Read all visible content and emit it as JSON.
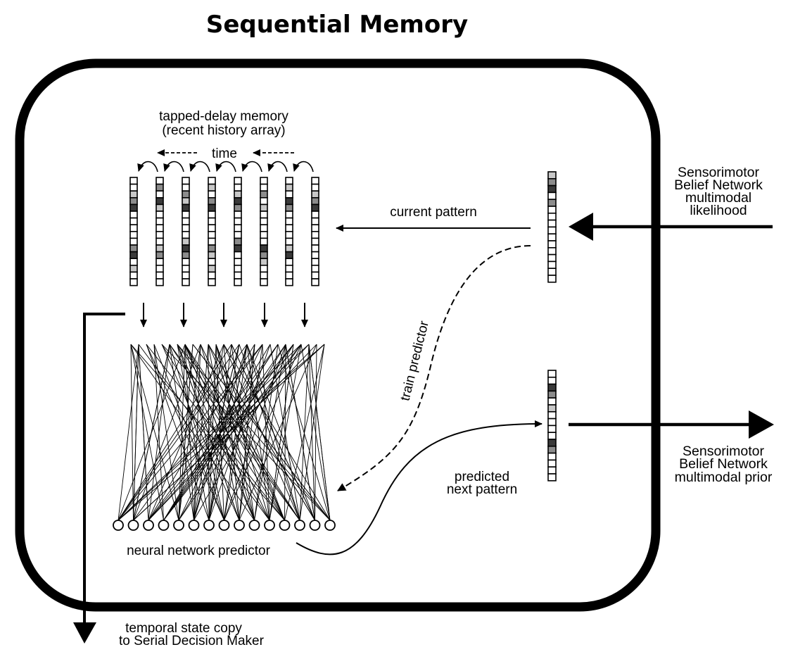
{
  "title": "Sequential Memory",
  "labels": {
    "tapped_delay_line1": "tapped-delay memory",
    "tapped_delay_line2": "(recent history array)",
    "time": "time",
    "current_pattern": "current pattern",
    "train_predictor": "train predictor",
    "predicted_line1": "predicted",
    "predicted_line2": "next pattern",
    "neural_network": "neural network predictor",
    "input_line1": "Sensorimotor",
    "input_line2": "Belief Network",
    "input_line3": "multimodal",
    "input_line4": "likelihood",
    "output_line1": "Sensorimotor",
    "output_line2": "Belief Network",
    "output_line3": "multimodal prior",
    "temporal_line1": "temporal state copy",
    "temporal_line2": "to Serial Decision Maker"
  },
  "colors": {
    "stroke": "#000000",
    "cell_empty": "#ffffff",
    "cell_light": "#c8c8c8",
    "cell_mid": "#8c8c8c",
    "cell_dark": "#3a3a3a"
  },
  "history_columns": [
    [
      "w",
      "w",
      "l",
      "m",
      "d",
      "w",
      "w",
      "w",
      "w",
      "w",
      "m",
      "d",
      "w",
      "l",
      "w",
      "w"
    ],
    [
      "w",
      "m",
      "w",
      "d",
      "l",
      "w",
      "w",
      "w",
      "w",
      "w",
      "l",
      "m",
      "w",
      "w",
      "w",
      "w"
    ],
    [
      "w",
      "w",
      "m",
      "l",
      "d",
      "w",
      "w",
      "w",
      "w",
      "l",
      "d",
      "m",
      "w",
      "w",
      "w",
      "w"
    ],
    [
      "w",
      "l",
      "w",
      "m",
      "d",
      "w",
      "w",
      "w",
      "w",
      "w",
      "m",
      "l",
      "w",
      "l",
      "w",
      "w"
    ],
    [
      "w",
      "w",
      "l",
      "d",
      "m",
      "w",
      "w",
      "w",
      "w",
      "m",
      "d",
      "w",
      "w",
      "w",
      "w",
      "w"
    ],
    [
      "w",
      "w",
      "m",
      "w",
      "l",
      "w",
      "w",
      "w",
      "w",
      "w",
      "d",
      "m",
      "l",
      "w",
      "w",
      "w"
    ],
    [
      "w",
      "l",
      "w",
      "d",
      "m",
      "w",
      "w",
      "w",
      "w",
      "w",
      "l",
      "d",
      "w",
      "w",
      "w",
      "w"
    ],
    [
      "w",
      "w",
      "l",
      "m",
      "d",
      "w",
      "w",
      "w",
      "w",
      "w",
      "w",
      "w",
      "w",
      "w",
      "w",
      "w"
    ]
  ],
  "current_vector": [
    "l",
    "m",
    "d",
    "w",
    "m",
    "w",
    "w",
    "w",
    "w",
    "w",
    "w",
    "w",
    "w",
    "w",
    "w",
    "w"
  ],
  "predicted_vector": [
    "w",
    "w",
    "d",
    "m",
    "w",
    "l",
    "w",
    "w",
    "w",
    "w",
    "d",
    "m",
    "w",
    "w",
    "w",
    "w"
  ],
  "network_node_count": 15
}
